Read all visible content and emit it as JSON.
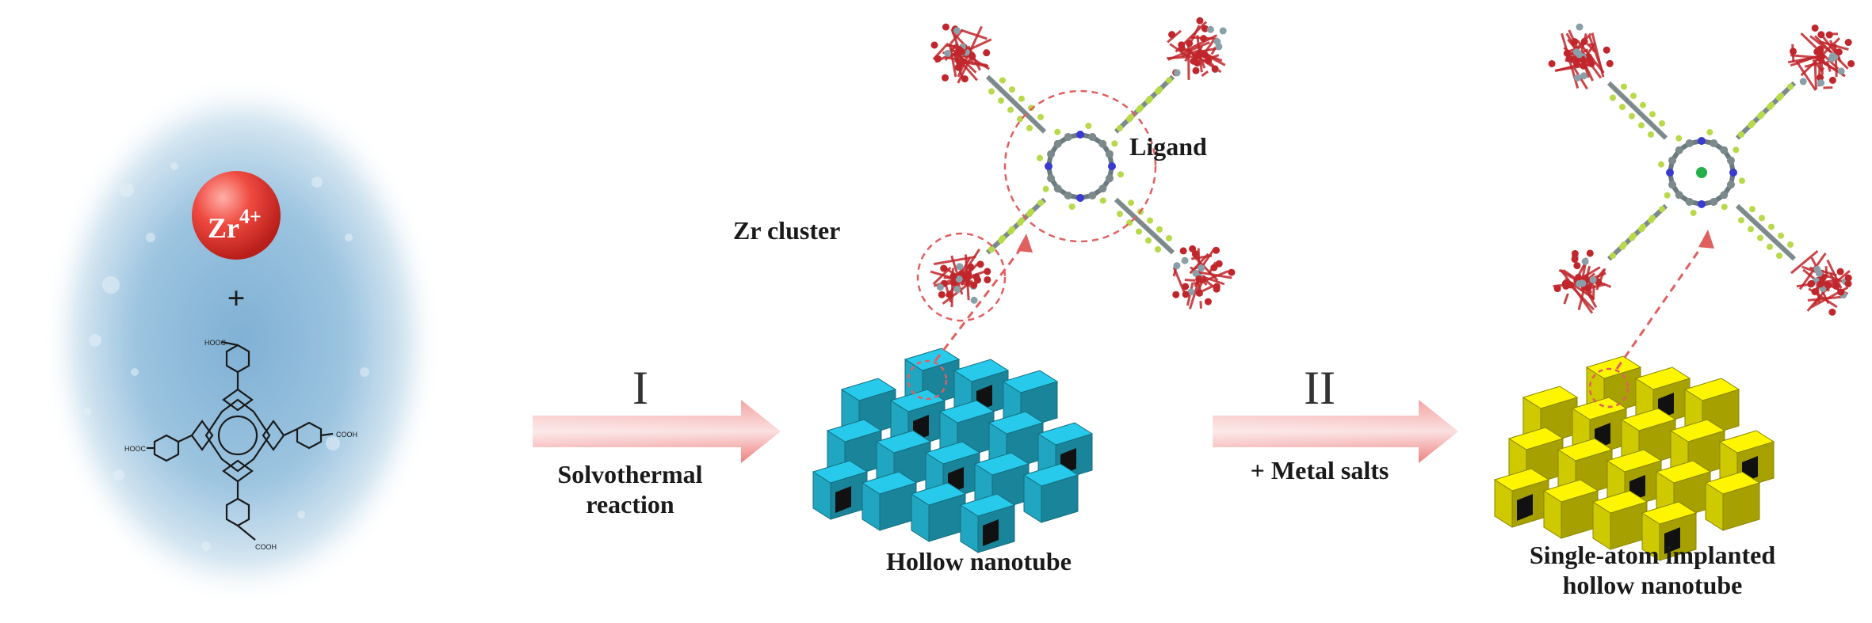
{
  "reactants": {
    "ion_symbol": "Zr",
    "ion_charge": "4+",
    "plus": "+",
    "ligand_groups": [
      "HOOC",
      "COOH",
      "HOOC",
      "COOH"
    ]
  },
  "step1": {
    "numeral": "I",
    "label_line1": "Solvothermal",
    "label_line2": "reaction"
  },
  "step2": {
    "numeral": "II",
    "label": "+ Metal salts"
  },
  "mof1": {
    "cluster_label": "Zr cluster",
    "ligand_label": "Ligand",
    "product_label": "Hollow nanotube"
  },
  "mof2": {
    "product_label_line1": "Single-atom implanted",
    "product_label_line2": "hollow nanotube"
  },
  "colors": {
    "ion_red": "#e0302b",
    "arrow_pink": "#f08a8a",
    "nanotube_cyan": "#23b8d6",
    "nanotube_yellow": "#e6e000",
    "cluster_red": "#c0262b",
    "linker_green": "#b7d94a",
    "background_blue": "#8fbad8"
  }
}
